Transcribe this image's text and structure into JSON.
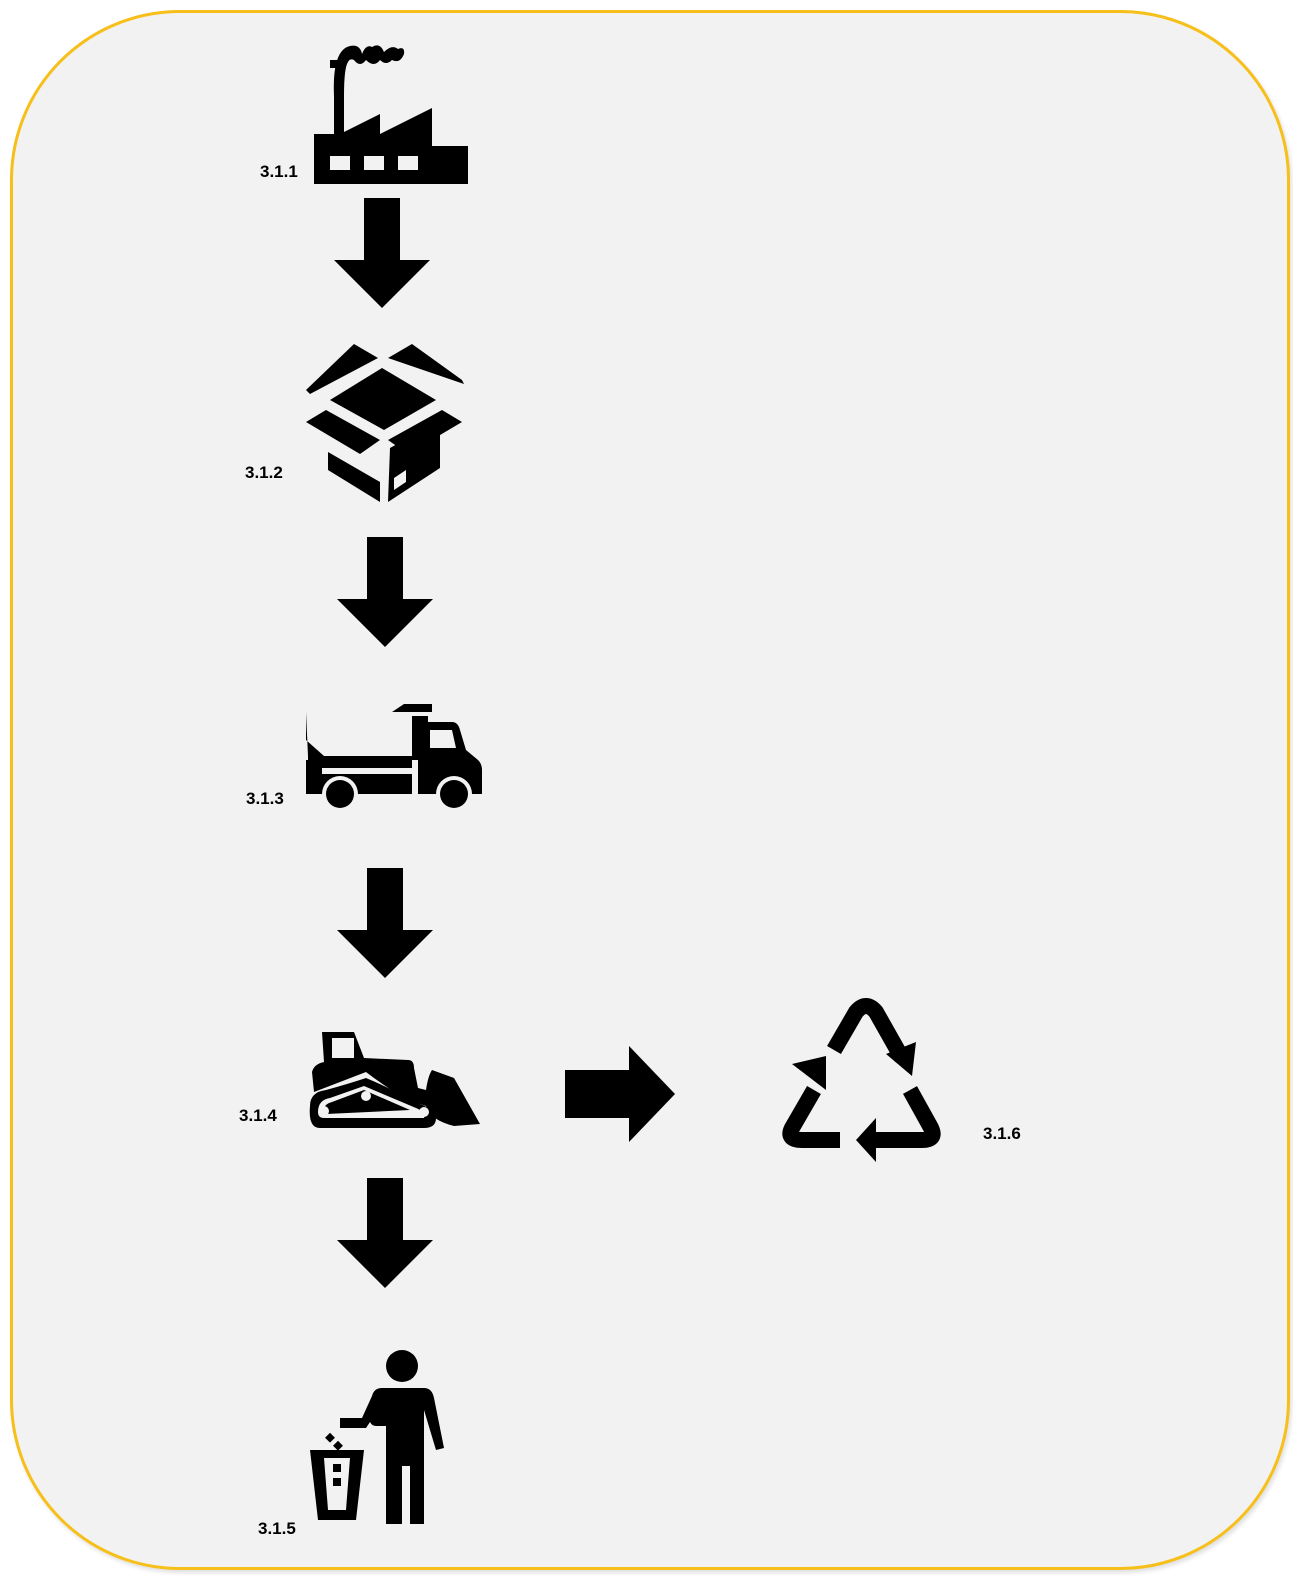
{
  "diagram": {
    "colors": {
      "background": "#f2f2f2",
      "border": "#f7bf1a",
      "ink": "#000000"
    },
    "steps": [
      {
        "id": "3.1.1",
        "label": "3.1.1",
        "icon": "factory-icon"
      },
      {
        "id": "3.1.2",
        "label": "3.1.2",
        "icon": "open-box-icon"
      },
      {
        "id": "3.1.3",
        "label": "3.1.3",
        "icon": "dump-truck-icon"
      },
      {
        "id": "3.1.4",
        "label": "3.1.4",
        "icon": "bulldozer-icon"
      },
      {
        "id": "3.1.5",
        "label": "3.1.5",
        "icon": "person-trash-icon"
      },
      {
        "id": "3.1.6",
        "label": "3.1.6",
        "icon": "recycle-icon"
      }
    ],
    "flows": [
      {
        "from": "3.1.1",
        "to": "3.1.2",
        "direction": "down"
      },
      {
        "from": "3.1.2",
        "to": "3.1.3",
        "direction": "down"
      },
      {
        "from": "3.1.3",
        "to": "3.1.4",
        "direction": "down"
      },
      {
        "from": "3.1.4",
        "to": "3.1.5",
        "direction": "down"
      },
      {
        "from": "3.1.4",
        "to": "3.1.6",
        "direction": "right"
      }
    ]
  }
}
